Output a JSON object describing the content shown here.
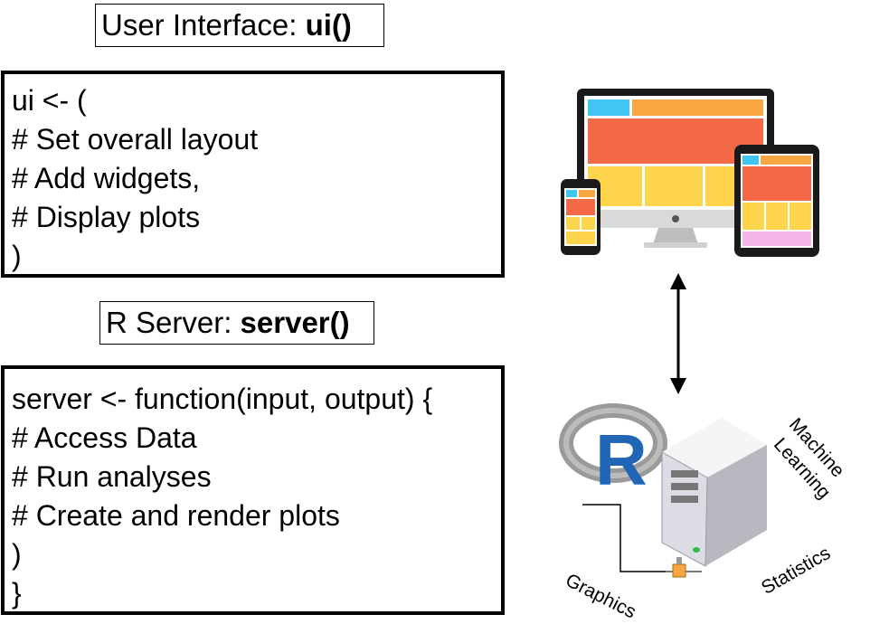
{
  "ui_section": {
    "title_prefix": "User Interface: ",
    "title_func": "ui()",
    "code_lines": [
      "ui <- (",
      "# Set overall layout",
      "# Add widgets,",
      "# Display plots",
      ")"
    ]
  },
  "server_section": {
    "title_prefix": "R Server: ",
    "title_func": "server()",
    "code_lines": [
      "server <- function(input, output) {",
      "# Access Data",
      "# Run analyses",
      "# Create and render plots",
      ")",
      "}"
    ]
  },
  "server_labels": {
    "machine": "Machine",
    "learning": "Learning",
    "statistics": "Statistics",
    "graphics": "Graphics"
  },
  "r_logo_letter": "R",
  "icons": [
    "responsive-devices-icon",
    "double-arrow-icon",
    "r-logo-icon",
    "server-tower-icon",
    "network-icon"
  ],
  "colors": {
    "blue_tile": "#3fc6f5",
    "orange_tile": "#f7a642",
    "red_tile": "#f46a46",
    "yellow_tile": "#fdd44c",
    "pink_tile": "#f5b6e8",
    "r_blue": "#2165b6",
    "r_gray": "#9a9a9a"
  }
}
